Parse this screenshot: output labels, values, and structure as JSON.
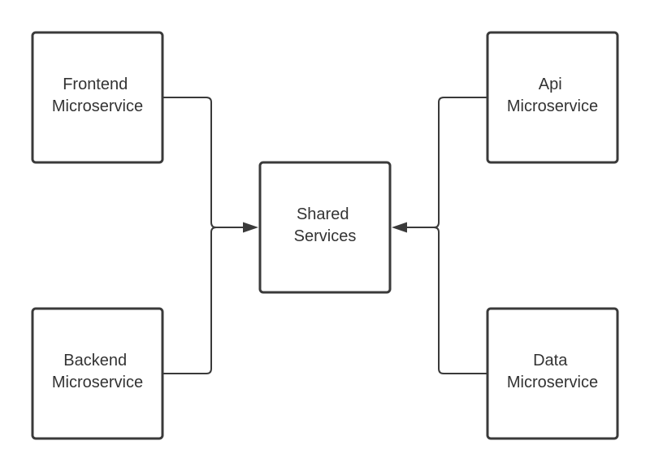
{
  "colors": {
    "stroke": "#3a3a3a",
    "text": "#333333",
    "background": "#ffffff"
  },
  "nodes": {
    "frontend": {
      "line1": "Frontend",
      "line2": "Microservice"
    },
    "backend": {
      "line1": "Backend",
      "line2": "Microservice"
    },
    "shared": {
      "line1": "Shared",
      "line2": "Services"
    },
    "api": {
      "line1": "Api",
      "line2": "Microservice"
    },
    "data": {
      "line1": "Data",
      "line2": "Microservice"
    }
  },
  "edges": [
    {
      "from": "Frontend Microservice",
      "to": "Shared Services"
    },
    {
      "from": "Backend Microservice",
      "to": "Shared Services"
    },
    {
      "from": "Api Microservice",
      "to": "Shared Services"
    },
    {
      "from": "Data Microservice",
      "to": "Shared Services"
    }
  ]
}
